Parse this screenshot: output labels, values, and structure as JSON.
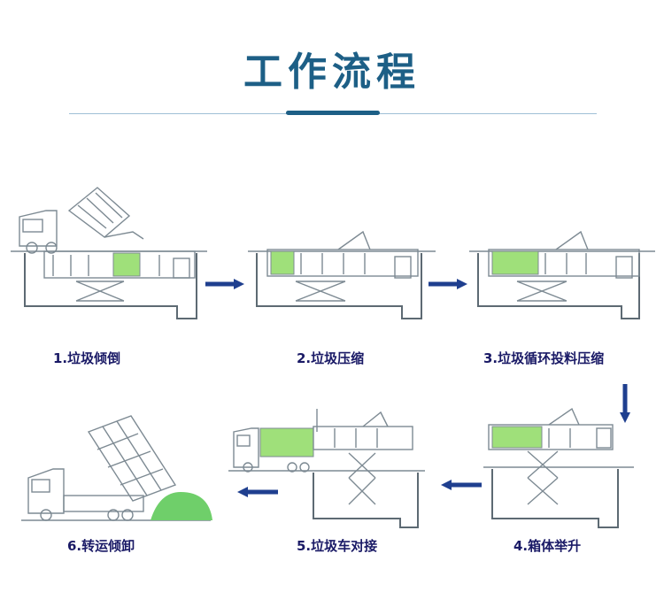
{
  "title": "工作流程",
  "colors": {
    "title": "#1d5f86",
    "accent": "#1d5f86",
    "rule": "#9fbfd6",
    "arrow": "#1f3f8f",
    "label": "#1a1a66",
    "line": "#7d8a93",
    "pit": "#5d6a73",
    "green_box": "#9fe07a",
    "garbage": "#6fcf6a"
  },
  "steps": [
    {
      "label": "1.垃圾倾倒"
    },
    {
      "label": "2.垃圾压缩"
    },
    {
      "label": "3.垃圾循环投料压缩"
    },
    {
      "label": "4.箱体举升"
    },
    {
      "label": "5.垃圾车对接"
    },
    {
      "label": "6.转运倾卸"
    }
  ]
}
